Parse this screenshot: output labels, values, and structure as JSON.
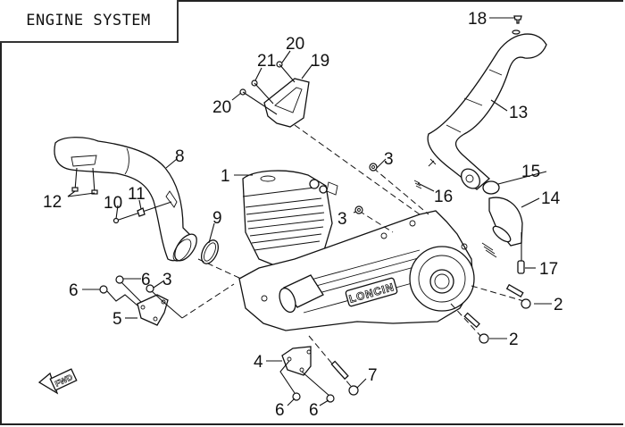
{
  "title": "ENGINE SYSTEM",
  "brand_text": "LONCIN",
  "fwd_arrow": {
    "icon": "forward-direction-arrow-icon",
    "label": "FWD"
  },
  "callouts": [
    {
      "id": "c1",
      "label": "1",
      "part": "engine-assembly"
    },
    {
      "id": "c2a",
      "label": "2",
      "part": "bolt"
    },
    {
      "id": "c2b",
      "label": "2",
      "part": "bolt"
    },
    {
      "id": "c3a",
      "label": "3",
      "part": "nut"
    },
    {
      "id": "c3b",
      "label": "3",
      "part": "nut"
    },
    {
      "id": "c3c",
      "label": "3",
      "part": "nut"
    },
    {
      "id": "c4",
      "label": "4",
      "part": "mounting-bracket"
    },
    {
      "id": "c5",
      "label": "5",
      "part": "mounting-bracket"
    },
    {
      "id": "c6a",
      "label": "6",
      "part": "nut"
    },
    {
      "id": "c6b",
      "label": "6",
      "part": "nut"
    },
    {
      "id": "c6c",
      "label": "6",
      "part": "nut"
    },
    {
      "id": "c6d",
      "label": "6",
      "part": "nut"
    },
    {
      "id": "c7",
      "label": "7",
      "part": "bolt"
    },
    {
      "id": "c8",
      "label": "8",
      "part": "air-intake-duct"
    },
    {
      "id": "c9",
      "label": "9",
      "part": "hose-clamp"
    },
    {
      "id": "c10",
      "label": "10",
      "part": "screw"
    },
    {
      "id": "c11",
      "label": "11",
      "part": "clip"
    },
    {
      "id": "c12",
      "label": "12",
      "part": "screws"
    },
    {
      "id": "c13",
      "label": "13",
      "part": "cooling-duct"
    },
    {
      "id": "c14",
      "label": "14",
      "part": "duct-elbow"
    },
    {
      "id": "c15",
      "label": "15",
      "part": "hose-clamp"
    },
    {
      "id": "c16",
      "label": "16",
      "part": "spring"
    },
    {
      "id": "c17",
      "label": "17",
      "part": "drain-plug"
    },
    {
      "id": "c18",
      "label": "18",
      "part": "screw"
    },
    {
      "id": "c19",
      "label": "19",
      "part": "bracket"
    },
    {
      "id": "c20a",
      "label": "20",
      "part": "nut"
    },
    {
      "id": "c20b",
      "label": "20",
      "part": "nut"
    },
    {
      "id": "c21",
      "label": "21",
      "part": "bolt"
    }
  ]
}
